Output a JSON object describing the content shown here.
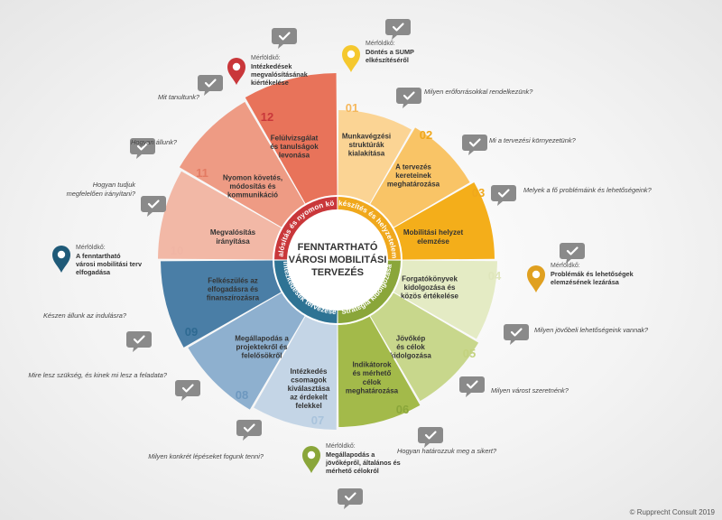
{
  "center": {
    "lines": [
      "FENNTARTHATÓ",
      "VÁROSI MOBILITÁSI",
      "TERVEZÉS"
    ]
  },
  "phases": [
    {
      "label": "Előkészítés és helyzetelemzés",
      "color": "#f0a81c"
    },
    {
      "label": "Stratégia kidolgozása",
      "color": "#8aa63a"
    },
    {
      "label": "Intézkedések tervezése",
      "color": "#2e7394"
    },
    {
      "label": "Megvalósítás és nyomon követés",
      "color": "#c9373a"
    }
  ],
  "steps": [
    {
      "number": "01",
      "color": "#fbd494",
      "numColor": "#f5b75b",
      "lines": [
        "Munkavégzési",
        "struktúrák",
        "kialakítása"
      ]
    },
    {
      "number": "02",
      "color": "#f9c466",
      "numColor": "#f0a81c",
      "lines": [
        "A tervezés",
        "kereteinek",
        "meghatározása"
      ]
    },
    {
      "number": "03",
      "color": "#f4ae1a",
      "numColor": "#f0a81c",
      "lines": [
        "Mobilitási helyzet",
        "elemzése"
      ]
    },
    {
      "number": "04",
      "color": "#e4ebc4",
      "numColor": "#dfe6bc",
      "lines": [
        "Forgatókönyvek",
        "kidolgozása és",
        "közös értékelése"
      ]
    },
    {
      "number": "05",
      "color": "#c8d78c",
      "numColor": "#c3d27f",
      "lines": [
        "Jövőkép",
        "és célok",
        "kidolgozása"
      ]
    },
    {
      "number": "06",
      "color": "#a3ba4a",
      "numColor": "#8aa63a",
      "lines": [
        "Indikátorok",
        "és mérhető",
        "célok",
        "meghatározása"
      ]
    },
    {
      "number": "07",
      "color": "#c4d5e6",
      "numColor": "#a9c3dc",
      "lines": [
        "Intézkedés",
        "csomagok",
        "kiválasztása",
        "az érdekelt",
        "felekkel"
      ]
    },
    {
      "number": "08",
      "color": "#8eb0cf",
      "numColor": "#6d98bf",
      "lines": [
        "Megállapodás a",
        "projektekről és",
        "felelősökről"
      ]
    },
    {
      "number": "09",
      "color": "#4a7ea6",
      "numColor": "#2e6a92",
      "lines": [
        "Felkészülés az",
        "elfogadásra és",
        "finanszírozásra"
      ]
    },
    {
      "number": "10",
      "color": "#f2b8a6",
      "numColor": "#f0b5a4",
      "lines": [
        "Megvalósítás",
        "irányítása"
      ]
    },
    {
      "number": "11",
      "color": "#ee9b84",
      "numColor": "#e37a62",
      "lines": [
        "Nyomon követés,",
        "módosítás és",
        "kommunikáció"
      ]
    },
    {
      "number": "12",
      "color": "#e8735a",
      "numColor": "#c9373a",
      "lines": [
        "Felülvizsgálat",
        "és tanulságok",
        "levonása"
      ]
    }
  ],
  "questions": [
    "Milyen erőforrásokkal rendelkezünk?",
    "Mi a tervezési környezetünk?",
    "Melyek a fő problémáink és lehetőségeink?",
    "Milyen jövőbeli lehetőségeink vannak?",
    "Milyen várost szeretnénk?",
    "Hogyan határozzuk meg a sikert?",
    "Milyen konkrét lépéseket fogunk tenni?",
    "Mire lesz szükség, és kinek mi lesz a feladata?",
    "Készen állunk az indulásra?",
    "Hogyan tudjuk megfelelően irányítani?",
    "Hogyan állunk?",
    "Mit tanultunk?"
  ],
  "milestones": [
    {
      "label": "Mérföldkő:",
      "lines": [
        "Döntés a SUMP",
        "elkészítéséről"
      ],
      "color": "#f5c82e"
    },
    {
      "label": "Mérföldkő:",
      "lines": [
        "Problémák és lehetőségek",
        "elemzésének lezárása"
      ],
      "color": "#e0a020"
    },
    {
      "label": "Mérföldkő:",
      "lines": [
        "Megállapodás a",
        "jövőképről, általános és",
        "mérhető célokról"
      ],
      "color": "#8aa63a"
    },
    {
      "label": "Mérföldkő:",
      "lines": [
        "A fenntartható",
        "városi mobilitási terv",
        "elfogadása"
      ],
      "color": "#1f5a78"
    },
    {
      "label": "Mérföldkő:",
      "lines": [
        "Intézkedések",
        "megvalósításának",
        "kiértékelése"
      ],
      "color": "#c9373a"
    }
  ],
  "copyright": "© Rupprecht Consult 2019"
}
